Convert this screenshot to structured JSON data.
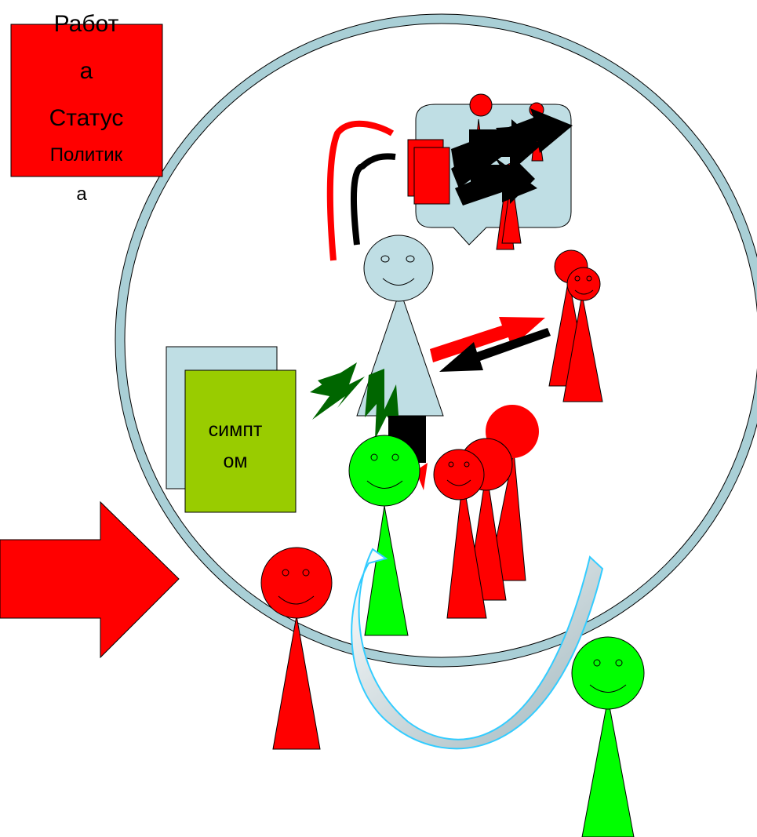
{
  "colors": {
    "red": "#ff0000",
    "green": "#00ff00",
    "dark_green": "#006600",
    "olive": "#99cc00",
    "light_blue": "#bfdee4",
    "ring": "#a9cfd6",
    "sky": "#33ccff",
    "black": "#000000"
  },
  "labels": {
    "box_line1": "Работ",
    "box_line2": "а",
    "box_line3": "Статус",
    "box_line4": "Политик",
    "box_line5": "а",
    "symptom_line1": "симпт",
    "symptom_line2": "ом"
  },
  "icons": {
    "big_arrow": "right-arrow-icon",
    "smiley": "smiley-face-icon",
    "lightning": "lightning-bolt-icon",
    "speech_bubble": "speech-bubble-icon"
  }
}
